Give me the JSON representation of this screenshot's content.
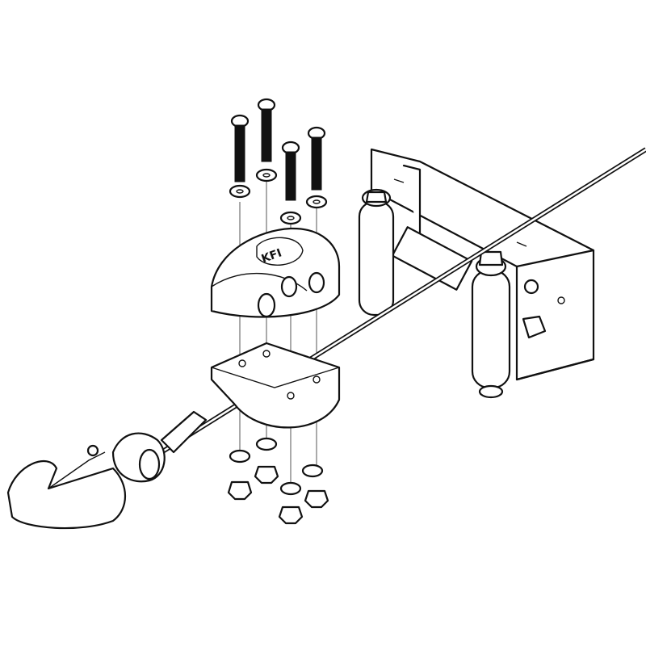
{
  "diagram": {
    "type": "exploded-assembly-line-drawing",
    "logo_text": "KFI",
    "parts": [
      "bolt",
      "washer",
      "cable-stopper-top",
      "cable-stopper-bottom",
      "nylock-nut",
      "winch-cable",
      "clevis-hook",
      "roller-fairlead"
    ],
    "colors": {
      "line": "#111111",
      "fill": "#ffffff"
    }
  }
}
